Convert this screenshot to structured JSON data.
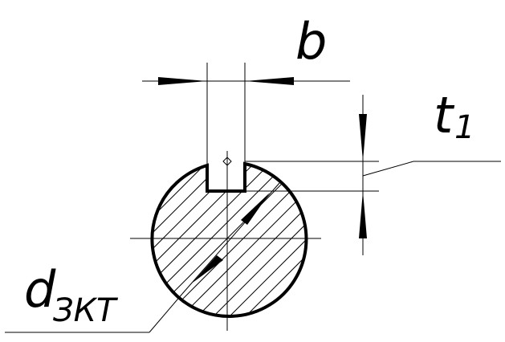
{
  "labels": {
    "width": "b",
    "depth_main": "t",
    "depth_sub": "1",
    "diameter_main": "d",
    "diameter_sub": "ЗКТ"
  },
  "colors": {
    "stroke": "#000000",
    "background": "#ffffff"
  }
}
